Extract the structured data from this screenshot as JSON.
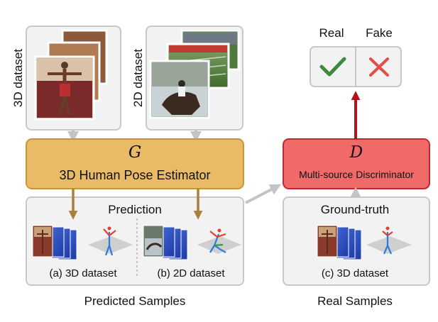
{
  "inputs": {
    "dataset_3d_label": "3D dataset",
    "dataset_2d_label": "2D dataset"
  },
  "generator": {
    "symbol": "G",
    "name": "3D Human Pose Estimator"
  },
  "discriminator": {
    "symbol": "D",
    "name": "Multi-source Discriminator"
  },
  "decision": {
    "real_label": "Real",
    "fake_label": "Fake",
    "real_icon": "check-icon",
    "fake_icon": "cross-icon"
  },
  "predicted_panel": {
    "header": "Prediction",
    "item_a": "(a) 3D dataset",
    "item_b": "(b) 2D dataset",
    "caption": "Predicted Samples"
  },
  "real_panel": {
    "header": "Ground-truth",
    "item_c": "(c) 3D dataset",
    "caption": "Real Samples"
  },
  "colors": {
    "generator_fill": "#e9bb66",
    "generator_stroke": "#c9953c",
    "discriminator_fill": "#f06a6a",
    "discriminator_stroke": "#c0282c",
    "red_arrow": "#b01418",
    "brown_arrow": "#a8803c",
    "gray_arrow": "#c4c4c4",
    "check": "#3e8a3c",
    "cross": "#e0504a",
    "panel_fill": "#f2f2f2",
    "panel_stroke": "#c8c8c8"
  }
}
